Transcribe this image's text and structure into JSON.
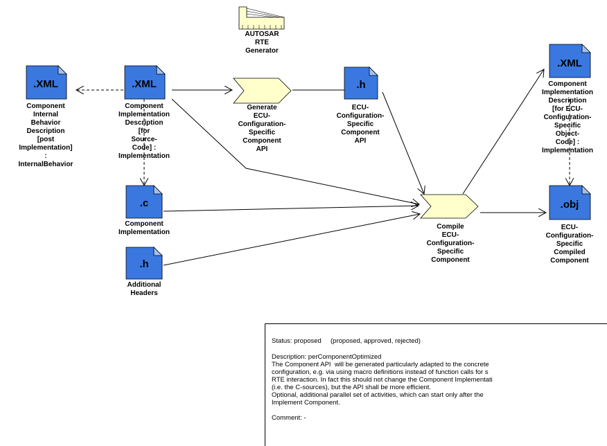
{
  "nodes": {
    "xml_internal": {
      "icon_text": ".XML",
      "label": "Component\nInternal\nBehavior\nDescription\n[post\nImplementation]\n:\nInternalBehavior"
    },
    "xml_impl": {
      "icon_text": ".XML",
      "label": "Component\nImplementation\nDescription\n[for\nSource-\nCode] :\nImplementation"
    },
    "rte_generator": {
      "label": "AUTOSAR\nRTE\nGenerator"
    },
    "generate_api": {
      "label": "Generate\nECU-\nConfiguration-\nSpecific\nComponent\nAPI"
    },
    "h_api": {
      "icon_text": ".h",
      "label": "ECU-\nConfiguration-\nSpecific\nComponent\nAPI"
    },
    "xml_obj": {
      "icon_text": ".XML",
      "label": "Component\nImplementation\nDescription\n[for ECU-\nConfiguration-\nSpecific\nObject-\nCode] :\nImplementation"
    },
    "c_impl": {
      "icon_text": ".c",
      "label": "Component\nImplementation"
    },
    "h_headers": {
      "icon_text": ".h",
      "label": "Additional\nHeaders"
    },
    "compile": {
      "label": "Compile\nECU-\nConfiguration-\nSpecific\nComponent"
    },
    "obj": {
      "icon_text": ".obj",
      "label": "ECU-\nConfiguration-\nSpecific\nCompiled\nComponent"
    }
  },
  "note": {
    "status": "Status: proposed     (proposed, approved, rejected)",
    "description_title": "Description: perComponentOptimized",
    "line1": "The Component API  will be generated particularly adapted to the concrete",
    "line2": "configuration, e.g. via using macro definitions instead of function calls for s",
    "line3": "RTE interaction. In fact this should not change the Component Implementati",
    "line4": "(i.e. the C-sources), but the API shall be more efficient.",
    "line5": "Optional, additional parallel set of activities, which can start only after the",
    "line6": "Implement Component.",
    "comment": "Comment: -"
  },
  "colors": {
    "doc_fill": "#3a78e0",
    "doc_fold": "#9ec0f4",
    "activity_fill": "#ffffcc",
    "tool_fill": "#ffffcc",
    "line": "#000000"
  }
}
